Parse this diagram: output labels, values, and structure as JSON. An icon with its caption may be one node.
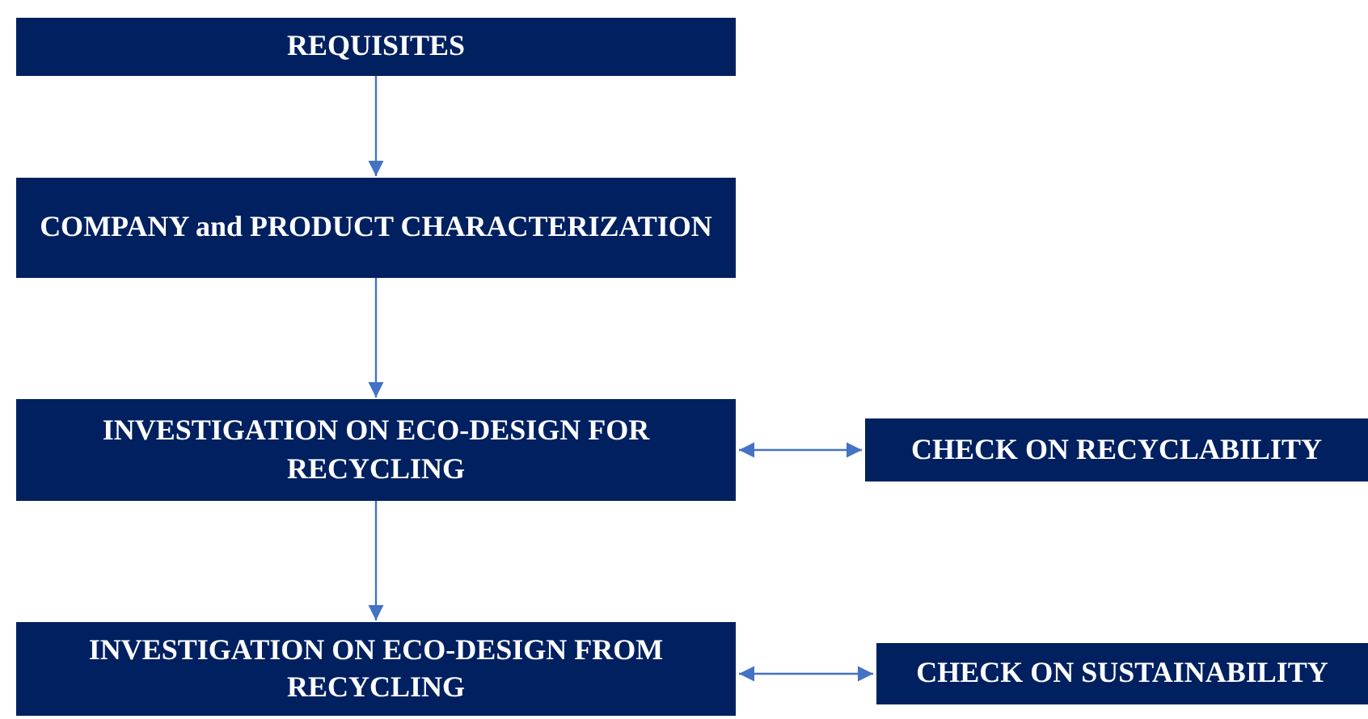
{
  "diagram": {
    "nodes": [
      {
        "text": [
          "REQUISITES"
        ]
      },
      {
        "text": [
          "COMPANY and PRODUCT CHARACTERIZATION"
        ]
      },
      {
        "text": [
          "INVESTIGATION ON ECO-DESIGN FOR RECYCLING"
        ]
      },
      {
        "text": [
          "CHECK ON RECYCLABILITY"
        ]
      },
      {
        "text": [
          "INVESTIGATION ON ECO-DESIGN FROM RECYCLING"
        ]
      },
      {
        "text": [
          "CHECK ON SUSTAINABILITY"
        ]
      }
    ],
    "edges": [
      {
        "from": 0,
        "to": 1,
        "arrow": "to"
      },
      {
        "from": 1,
        "to": 2,
        "arrow": "to"
      },
      {
        "from": 2,
        "to": 3,
        "arrow": "both"
      },
      {
        "from": 2,
        "to": 4,
        "arrow": "to"
      },
      {
        "from": 4,
        "to": 5,
        "arrow": "both"
      }
    ]
  }
}
